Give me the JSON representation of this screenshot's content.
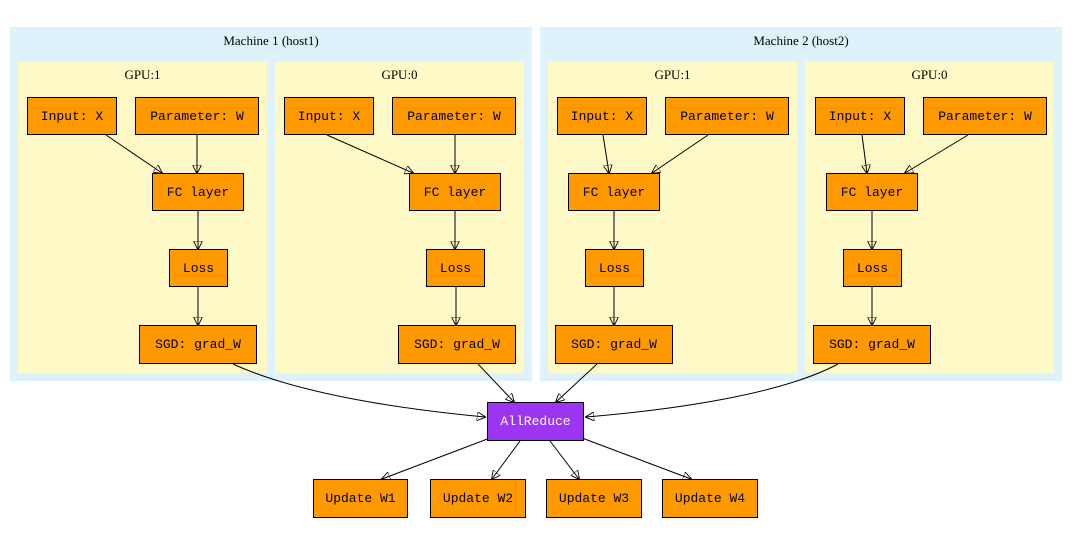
{
  "machines": [
    {
      "label": "Machine 1 (host1)",
      "gpus": [
        {
          "label": "GPU:1",
          "input": "Input: X",
          "param": "Parameter: W",
          "fc": "FC layer",
          "loss": "Loss",
          "sgd": "SGD: grad_W"
        },
        {
          "label": "GPU:0",
          "input": "Input: X",
          "param": "Parameter: W",
          "fc": "FC layer",
          "loss": "Loss",
          "sgd": "SGD: grad_W"
        }
      ]
    },
    {
      "label": "Machine 2 (host2)",
      "gpus": [
        {
          "label": "GPU:1",
          "input": "Input: X",
          "param": "Parameter: W",
          "fc": "FC layer",
          "loss": "Loss",
          "sgd": "SGD: grad_W"
        },
        {
          "label": "GPU:0",
          "input": "Input: X",
          "param": "Parameter: W",
          "fc": "FC layer",
          "loss": "Loss",
          "sgd": "SGD: grad_W"
        }
      ]
    }
  ],
  "allreduce": "AllReduce",
  "updates": [
    "Update W1",
    "Update W2",
    "Update W3",
    "Update W4"
  ],
  "colors": {
    "machine_bg": "#def2fb",
    "gpu_bg": "#fef9c6",
    "node_fill": "#fe9a00",
    "allreduce_fill": "#9b35f2",
    "allreduce_text": "#ffffff"
  }
}
